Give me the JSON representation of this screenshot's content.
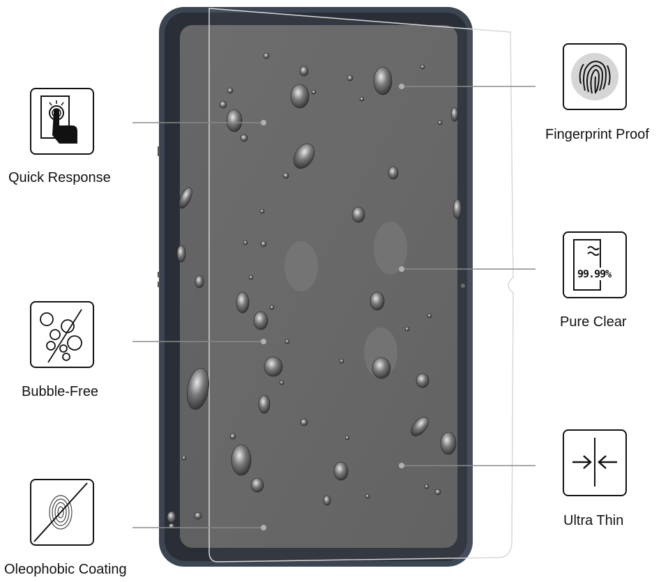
{
  "features": {
    "quick_response": "Quick Response",
    "bubble_free": "Bubble-Free",
    "oleophobic": "Oleophobic Coating",
    "fingerprint": "Fingerprint Proof",
    "pure_clear": "Pure Clear",
    "ultra_thin": "Ultra Thin"
  },
  "pure_clear_badge": "99.99%",
  "icons": [
    "touch-icon",
    "bubbles-icon",
    "oleophobic-icon",
    "fingerprint-icon",
    "transparency-icon",
    "thin-arrows-icon"
  ]
}
